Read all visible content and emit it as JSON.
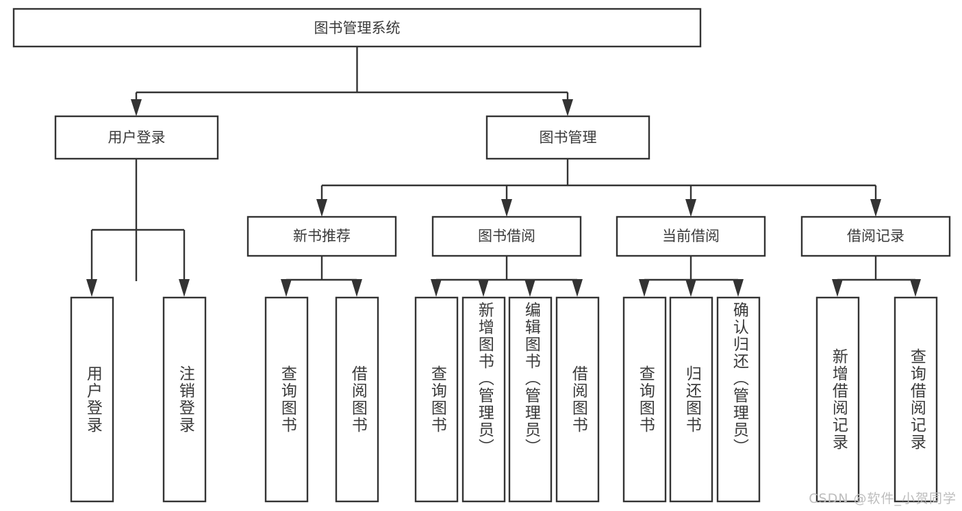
{
  "diagram": {
    "type": "tree",
    "title": "图书管理系统",
    "orientation": "top-down",
    "watermark": "CSDN @软件_小贺同学",
    "colors": {
      "box_stroke": "#333333",
      "box_fill": "#ffffff",
      "text": "#3a3a3a",
      "connector": "#333333",
      "background": "#ffffff",
      "watermark": "#bdbdbd"
    },
    "root": {
      "id": "root",
      "label": "图书管理系统"
    },
    "level2": [
      {
        "id": "user-login",
        "label": "用户登录"
      },
      {
        "id": "book-manage",
        "label": "图书管理"
      }
    ],
    "level3": [
      {
        "id": "new-book-recommend",
        "label": "新书推荐",
        "parent": "book-manage"
      },
      {
        "id": "book-borrow",
        "label": "图书借阅",
        "parent": "book-manage"
      },
      {
        "id": "current-borrow",
        "label": "当前借阅",
        "parent": "book-manage"
      },
      {
        "id": "borrow-record",
        "label": "借阅记录",
        "parent": "book-manage"
      }
    ],
    "leaves": [
      {
        "id": "leaf-user-login",
        "label": "用户登录",
        "parent": "user-login"
      },
      {
        "id": "leaf-user-logout",
        "label": "注销登录",
        "parent": "user-login"
      },
      {
        "id": "leaf-query-book-1",
        "label": "查询图书",
        "parent": "new-book-recommend"
      },
      {
        "id": "leaf-borrow-book-1",
        "label": "借阅图书",
        "parent": "new-book-recommend"
      },
      {
        "id": "leaf-query-book-2",
        "label": "查询图书",
        "parent": "book-borrow"
      },
      {
        "id": "leaf-add-book",
        "label": "新增图书（管理员）",
        "parent": "book-borrow"
      },
      {
        "id": "leaf-edit-book",
        "label": "编辑图书（管理员）",
        "parent": "book-borrow"
      },
      {
        "id": "leaf-borrow-book-2",
        "label": "借阅图书",
        "parent": "book-borrow"
      },
      {
        "id": "leaf-query-book-3",
        "label": "查询图书",
        "parent": "current-borrow"
      },
      {
        "id": "leaf-return-book",
        "label": "归还图书",
        "parent": "current-borrow"
      },
      {
        "id": "leaf-confirm-return",
        "label": "确认归还（管理员）",
        "parent": "current-borrow"
      },
      {
        "id": "leaf-add-record",
        "label": "新增借阅记录",
        "parent": "borrow-record"
      },
      {
        "id": "leaf-query-record",
        "label": "查询借阅记录",
        "parent": "borrow-record"
      }
    ]
  }
}
